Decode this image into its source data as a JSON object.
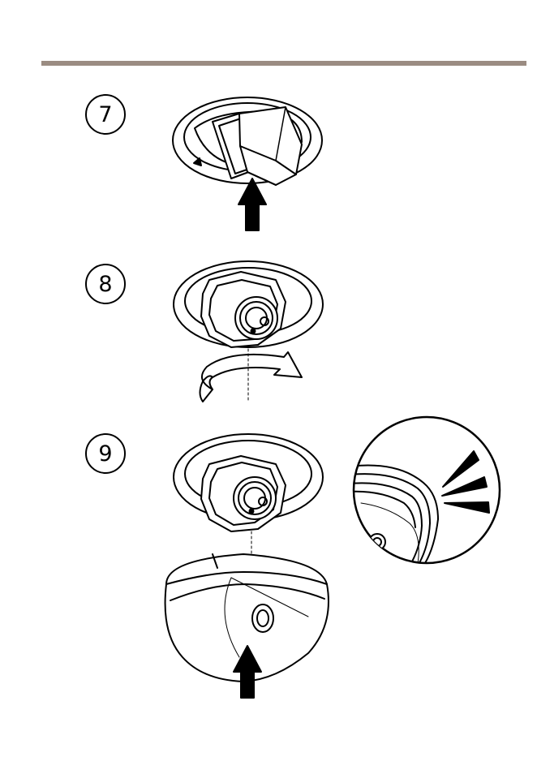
{
  "steps": [
    {
      "number": "7"
    },
    {
      "number": "8"
    },
    {
      "number": "9"
    }
  ],
  "colors": {
    "rule": "#9b8c82",
    "ink": "#000000",
    "paper": "#ffffff"
  },
  "icons": {
    "step7": "camera-insert-into-ceiling-ring-icon",
    "step8": "rotate-camera-icon",
    "step9": "attach-dome-cover-icon",
    "detail": "dome-click-detail-icon"
  }
}
